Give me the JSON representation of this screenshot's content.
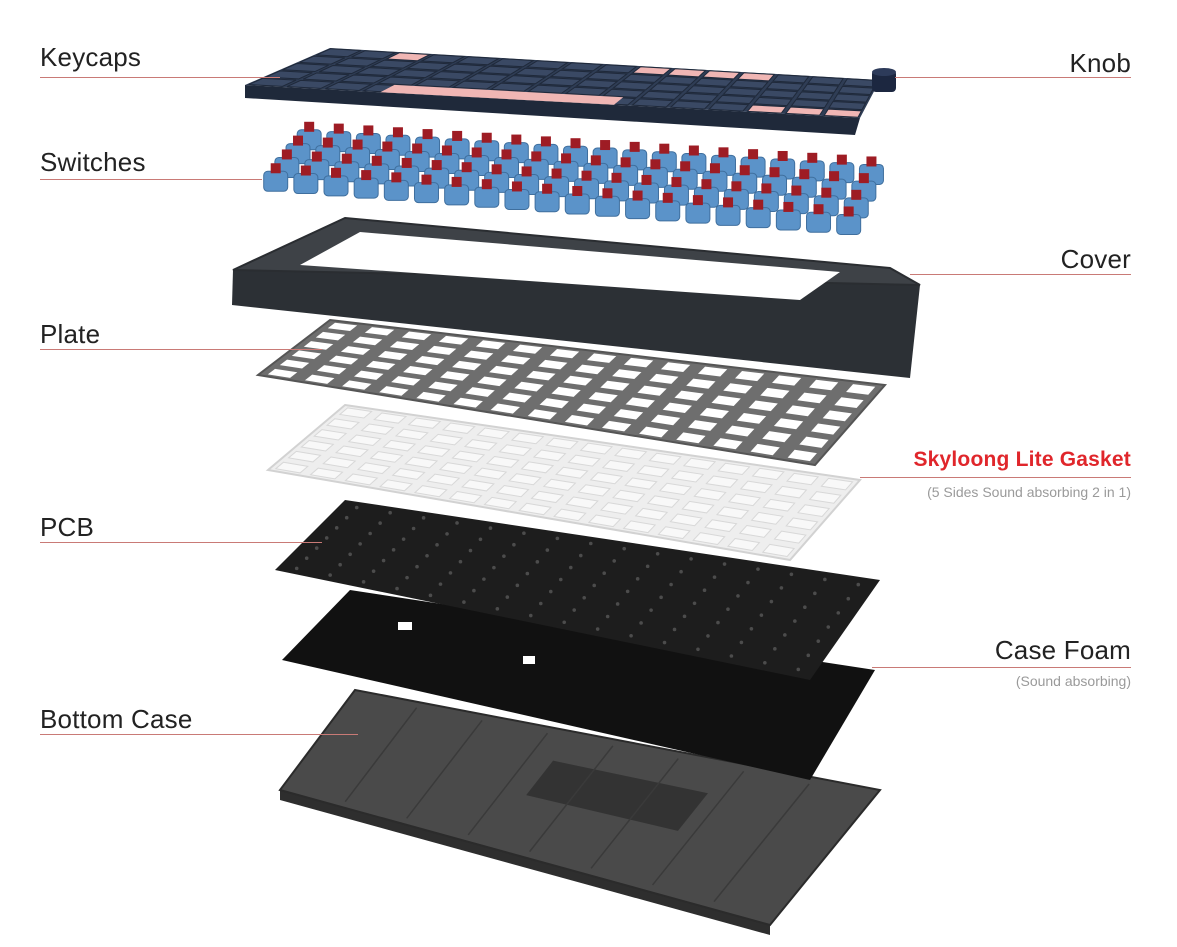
{
  "labels": {
    "keycaps": "Keycaps",
    "knob": "Knob",
    "switches": "Switches",
    "cover": "Cover",
    "plate": "Plate",
    "gasket": "Skyloong Lite Gasket",
    "gasket_sub": "(5 Sides Sound absorbing 2 in 1)",
    "pcb": "PCB",
    "case_foam": "Case Foam",
    "case_foam_sub": "(Sound absorbing)",
    "bottom_case": "Bottom Case"
  },
  "colors": {
    "accent": "#e0262b",
    "keycap_navy": "#2f3d55",
    "keycap_pink": "#f0b6b4",
    "switch_blue": "#5b93c9",
    "switch_stem": "#9e1c24",
    "cover_gray": "#3e4247",
    "plate_gray": "#6e6e6e",
    "gasket_white": "#eeeeee",
    "pcb_black": "#1d1d1d",
    "foam_black": "#111111",
    "bottom_gray": "#4a4a4a",
    "leader_line": "#c97a76"
  }
}
